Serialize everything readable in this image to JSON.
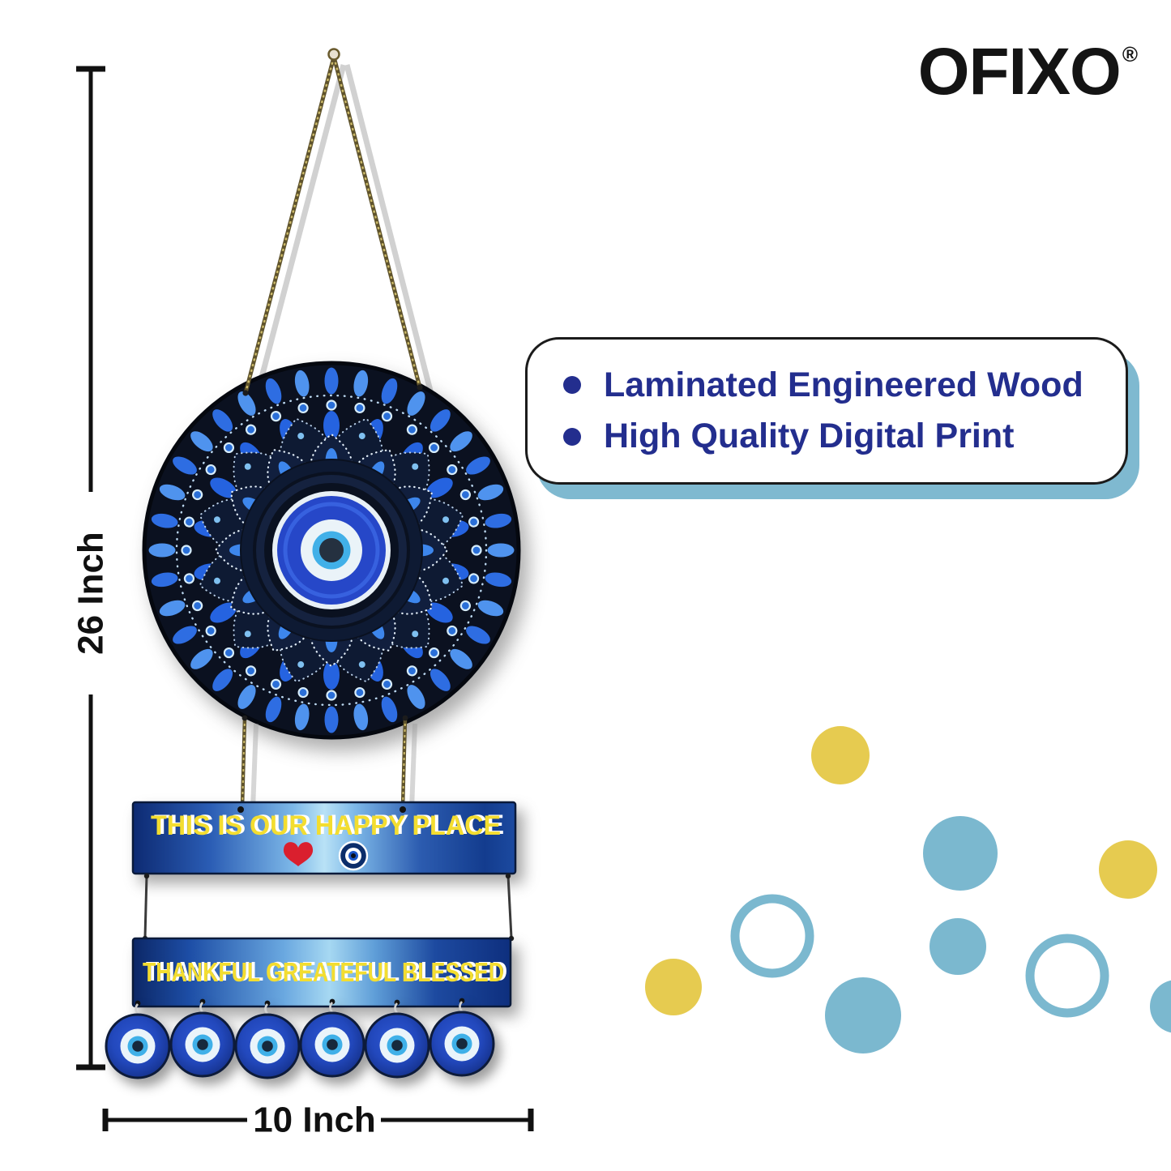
{
  "brand": {
    "name": "OFIXO",
    "registered_mark": "®"
  },
  "callout": {
    "items": [
      "Laminated Engineered Wood",
      "High Quality Digital Print"
    ]
  },
  "dimensions": {
    "height": "26 Inch",
    "width": "10 Inch"
  },
  "product": {
    "top_board_text": "THIS IS OUR HAPPY PLACE",
    "bottom_board_text": "THANKFUL GREATEFUL BLESSED",
    "bead_count": 6
  },
  "colors": {
    "callout_text": "#232e8e",
    "callout_shadow": "#7fb9d0",
    "dot_yellow": "#e6cb50",
    "dot_blue": "#7bb8cf",
    "board_text_yellow": "#f3dd30",
    "mandala_navy": "#0b1120",
    "eye_royal_blue": "#2647c8",
    "eye_cyan": "#41b0e8"
  }
}
